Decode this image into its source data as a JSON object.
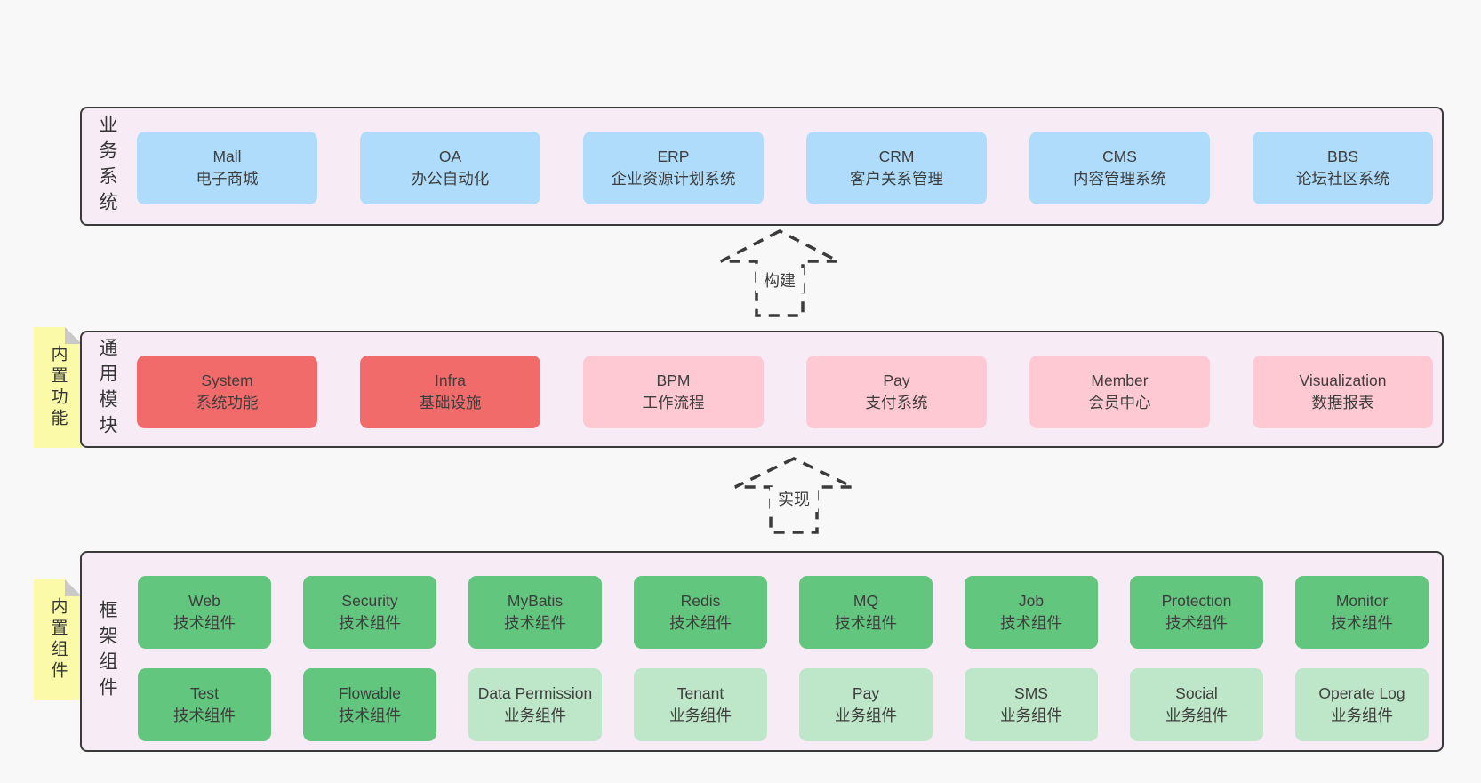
{
  "colors": {
    "page_bg": "#f8f8f8",
    "panel_bg": "#f7ecf5",
    "panel_border": "#3a3a3a",
    "box_blue": "#aedcfa",
    "box_red": "#f16b6b",
    "box_pink": "#fec9d2",
    "box_green": "#63c67e",
    "box_green_light": "#bee6c8",
    "sticky_yellow": "#fafaa8",
    "sticky_fold_gray": "#c9c9c9",
    "text": "#3e3e3e"
  },
  "arrows": [
    {
      "label": "构建"
    },
    {
      "label": "实现"
    }
  ],
  "sections": {
    "business": {
      "label": "业务系统",
      "boxes": [
        {
          "title": "Mall",
          "subtitle": "电子商城"
        },
        {
          "title": "OA",
          "subtitle": "办公自动化"
        },
        {
          "title": "ERP",
          "subtitle": "企业资源计划系统"
        },
        {
          "title": "CRM",
          "subtitle": "客户关系管理"
        },
        {
          "title": "CMS",
          "subtitle": "内容管理系统"
        },
        {
          "title": "BBS",
          "subtitle": "论坛社区系统"
        }
      ]
    },
    "modules": {
      "label": "通用模块",
      "sticky": "内置功能",
      "boxes": [
        {
          "title": "System",
          "subtitle": "系统功能"
        },
        {
          "title": "Infra",
          "subtitle": "基础设施"
        },
        {
          "title": "BPM",
          "subtitle": "工作流程"
        },
        {
          "title": "Pay",
          "subtitle": "支付系统"
        },
        {
          "title": "Member",
          "subtitle": "会员中心"
        },
        {
          "title": "Visualization",
          "subtitle": "数据报表"
        }
      ]
    },
    "components": {
      "label": "框架组件",
      "sticky": "内置组件",
      "row1": [
        {
          "title": "Web",
          "subtitle": "技术组件"
        },
        {
          "title": "Security",
          "subtitle": "技术组件"
        },
        {
          "title": "MyBatis",
          "subtitle": "技术组件"
        },
        {
          "title": "Redis",
          "subtitle": "技术组件"
        },
        {
          "title": "MQ",
          "subtitle": "技术组件"
        },
        {
          "title": "Job",
          "subtitle": "技术组件"
        },
        {
          "title": "Protection",
          "subtitle": "技术组件"
        },
        {
          "title": "Monitor",
          "subtitle": "技术组件"
        }
      ],
      "row2": [
        {
          "title": "Test",
          "subtitle": "技术组件"
        },
        {
          "title": "Flowable",
          "subtitle": "技术组件"
        },
        {
          "title": "Data Permission",
          "subtitle": "业务组件"
        },
        {
          "title": "Tenant",
          "subtitle": "业务组件"
        },
        {
          "title": "Pay",
          "subtitle": "业务组件"
        },
        {
          "title": "SMS",
          "subtitle": "业务组件"
        },
        {
          "title": "Social",
          "subtitle": "业务组件"
        },
        {
          "title": "Operate Log",
          "subtitle": "业务组件"
        }
      ]
    }
  }
}
